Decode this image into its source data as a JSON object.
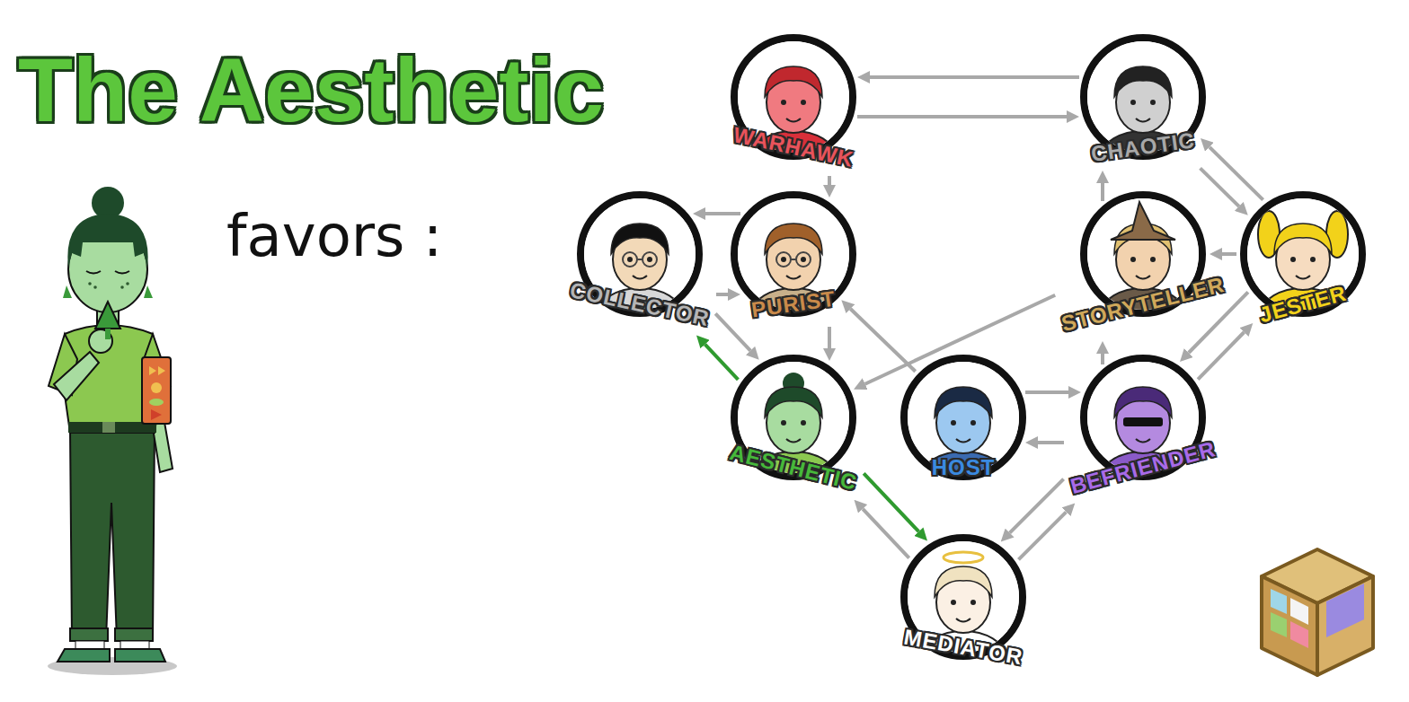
{
  "diagram": {
    "title": "The Aesthetic",
    "nodes": [
      {
        "text": [
          "WARHAWK"
        ]
      },
      {
        "text": [
          "CHAOTIC"
        ]
      },
      {
        "text": [
          "COLLECTOR"
        ]
      },
      {
        "text": [
          "PURIST"
        ]
      },
      {
        "text": [
          "STORYTELLER"
        ]
      },
      {
        "text": [
          "JESTER"
        ]
      },
      {
        "text": [
          "AESTHETIC"
        ]
      },
      {
        "text": [
          "HOST"
        ]
      },
      {
        "text": [
          "BEFRIENDER"
        ]
      },
      {
        "text": [
          "MEDIATOR"
        ]
      }
    ],
    "edges": [
      {
        "from": 1,
        "to": 0,
        "arrow": "to"
      },
      {
        "from": 0,
        "to": 1,
        "arrow": "to"
      },
      {
        "from": 0,
        "to": 3,
        "arrow": "to"
      },
      {
        "from": 3,
        "to": 2,
        "arrow": "to"
      },
      {
        "from": 2,
        "to": 3,
        "arrow": "to"
      },
      {
        "from": 2,
        "to": 6,
        "arrow": "to"
      },
      {
        "from": 3,
        "to": 6,
        "arrow": "to"
      },
      {
        "from": 4,
        "to": 6,
        "arrow": "to"
      },
      {
        "from": 7,
        "to": 3,
        "arrow": "to"
      },
      {
        "from": 7,
        "to": 8,
        "arrow": "to"
      },
      {
        "from": 8,
        "to": 7,
        "arrow": "to"
      },
      {
        "from": 8,
        "to": 4,
        "arrow": "to"
      },
      {
        "from": 4,
        "to": 1,
        "arrow": "to"
      },
      {
        "from": 1,
        "to": 5,
        "arrow": "to"
      },
      {
        "from": 5,
        "to": 1,
        "arrow": "to"
      },
      {
        "from": 5,
        "to": 4,
        "arrow": "to"
      },
      {
        "from": 5,
        "to": 8,
        "arrow": "to"
      },
      {
        "from": 8,
        "to": 5,
        "arrow": "to"
      },
      {
        "from": 8,
        "to": 9,
        "arrow": "to"
      },
      {
        "from": 9,
        "to": 8,
        "arrow": "to"
      },
      {
        "from": 9,
        "to": 6,
        "arrow": "to"
      },
      {
        "from": 6,
        "to": 2,
        "arrow": "to"
      },
      {
        "from": 6,
        "to": 9,
        "arrow": "to"
      }
    ],
    "labels": [
      "favors :"
    ]
  }
}
